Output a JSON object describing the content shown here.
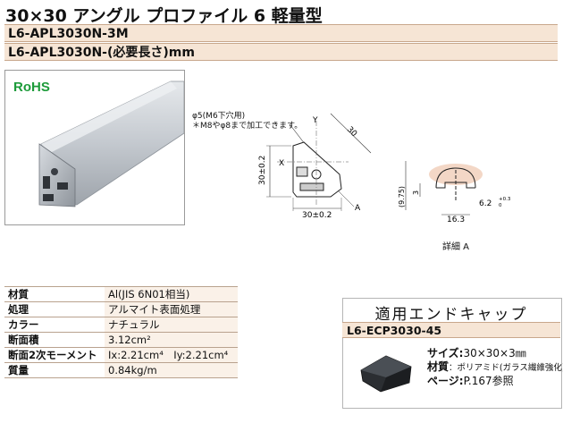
{
  "title": "30×30 アングル プロファイル 6 軽量型",
  "part_numbers": [
    "L6-APL3030N-3M",
    "L6-APL3030N-(必要長さ)mm"
  ],
  "rohs_logo": "RoHS",
  "drawing": {
    "note_line1": "φ5(M6下穴用)",
    "note_line2": "＊M8やφ8まで加工できます。",
    "dim_30_diag": "30",
    "dim_vertical": "30±0.2",
    "dim_horizontal": "30±0.2",
    "label_x": "X",
    "label_y": "Y",
    "label_a": "A",
    "detail_label": "詳細 A",
    "detail_dims": {
      "d975": "(9.75)",
      "d3": "3",
      "d62": "6.2",
      "d62_tol_up": "+0.3",
      "d62_tol_dn": "0",
      "d163": "16.3"
    }
  },
  "specs": [
    {
      "key": "材質",
      "value": "Al(JIS 6N01相当)"
    },
    {
      "key": "処理",
      "value": "アルマイト表面処理"
    },
    {
      "key": "カラー",
      "value": "ナチュラル"
    },
    {
      "key": "断面積",
      "value": "3.12cm²"
    },
    {
      "key": "断面2次モーメント",
      "value": "Ix:2.21cm⁴　Iy:2.21cm⁴"
    },
    {
      "key": "質量",
      "value": "0.84kg/m"
    }
  ],
  "end_cap": {
    "heading": "適用エンドキャップ",
    "part_number": "L6-ECP3030-45",
    "size_label": "サイズ:",
    "size_value": "30×30×3㎜",
    "material_label": "材質",
    "material_value": "：ポリアミド(ガラス繊維強化)",
    "page_label": "ページ:",
    "page_value": "P.167参照"
  },
  "colors": {
    "header_band": "#f6e5d5",
    "band_border": "#c8a78c",
    "rohs_green": "#1d9b3a",
    "value_cell": "#faf1e8"
  }
}
